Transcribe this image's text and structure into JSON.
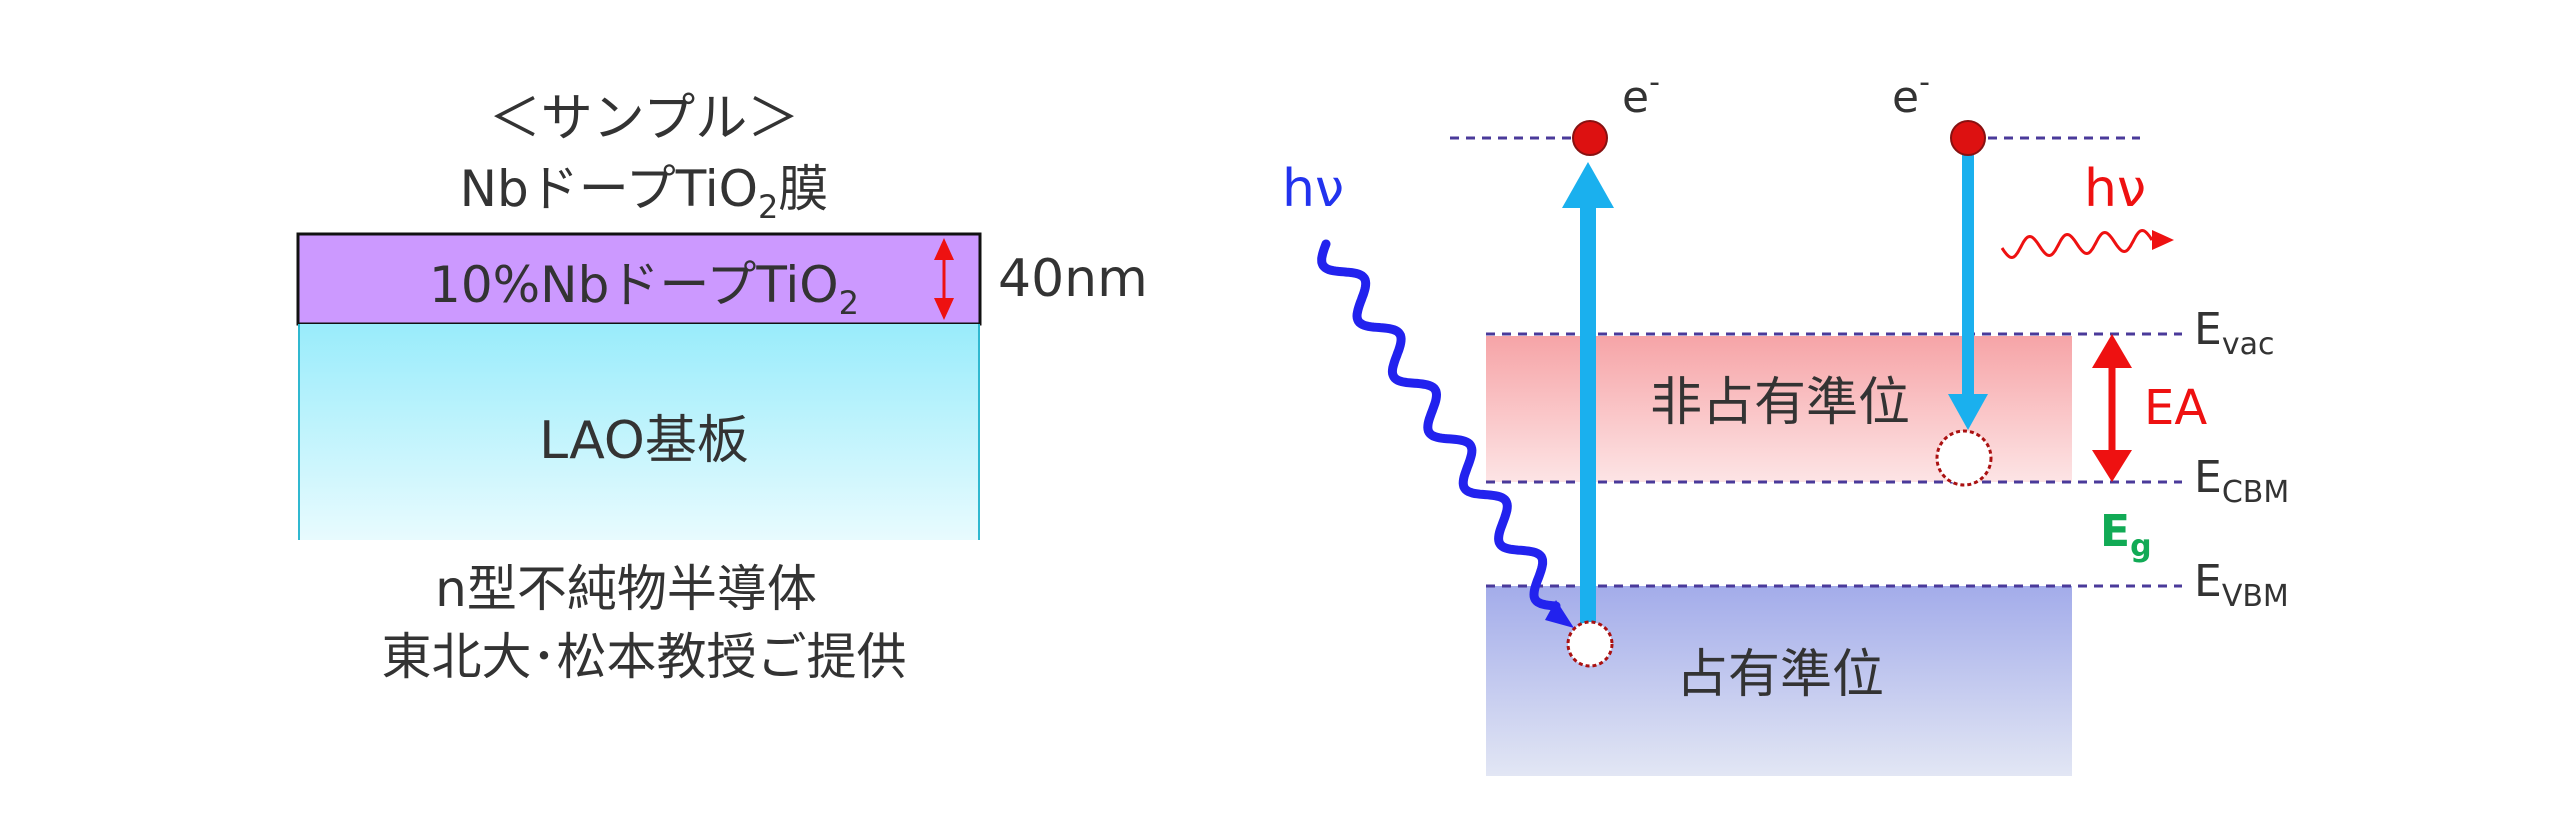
{
  "sample": {
    "heading": "＜サンプル＞",
    "film_title_main": "NbドープTiO",
    "film_title_sub": "2",
    "film_title_tail": "膜",
    "layer_label_main": "10%NbドープTiO",
    "layer_label_sub": "2",
    "thickness": "40nm",
    "substrate_label": "LAO基板",
    "caption_line1": "n型不純物半導体",
    "caption_line2": "東北大･松本教授ご提供"
  },
  "band": {
    "electron_symbol": "e",
    "electron_charge": "-",
    "photon_in": "hν",
    "photon_out": "hν",
    "unoccupied_label": "非占有準位",
    "occupied_label": "占有準位",
    "ea_label": "EA",
    "eg_main": "E",
    "eg_sub": "g",
    "evac_main": "E",
    "evac_sub": "vac",
    "ecbm_main": "E",
    "ecbm_sub": "CBM",
    "evbm_main": "E",
    "evbm_sub": "VBM"
  },
  "colors": {
    "film": "#cc99ff",
    "substrate_top": "#99ecfb",
    "substrate_bottom": "#e8fbfe",
    "unoccupied_top": "#f6a4a7",
    "unoccupied_bottom": "#fde4e5",
    "occupied_top": "#a3acea",
    "occupied_bottom": "#e2e6f4",
    "cyan_arrow": "#1ab0ee",
    "blue_wave": "#2222ee",
    "red": "#ee1111",
    "green": "#11aa55",
    "level_line": "#4a3a9a",
    "electron": "#dd1111",
    "hole_edge": "#aa1111",
    "text": "#333333"
  }
}
